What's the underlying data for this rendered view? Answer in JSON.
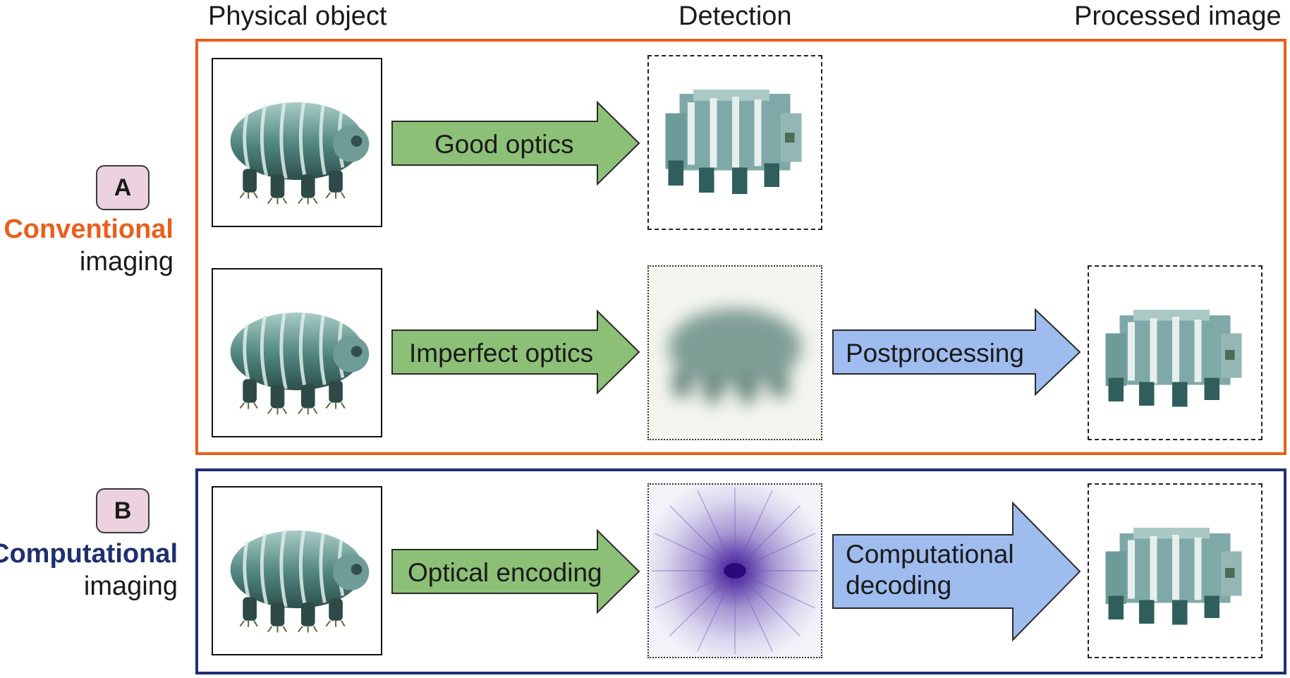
{
  "columns": {
    "physical": "Physical object",
    "detection": "Detection",
    "processed": "Processed image"
  },
  "section_a": {
    "badge": "A",
    "title": "Conventional",
    "subtitle": "imaging",
    "color": "#e8601c",
    "row1_arrow": "Good optics",
    "row2_arrow1": "Imperfect optics",
    "row2_arrow2": "Postprocessing"
  },
  "section_b": {
    "badge": "B",
    "title": "Computational",
    "subtitle": "imaging",
    "color": "#1f3070",
    "arrow1": "Optical encoding",
    "arrow2_line1": "Computational",
    "arrow2_line2": "decoding"
  },
  "colors": {
    "green_arrow": "#8dc077",
    "blue_arrow": "#9fbcee",
    "badge_fill": "#ecd2de",
    "specimen": "#5e8f8a"
  },
  "icons": {
    "specimen": "tardigrade-illustration"
  }
}
